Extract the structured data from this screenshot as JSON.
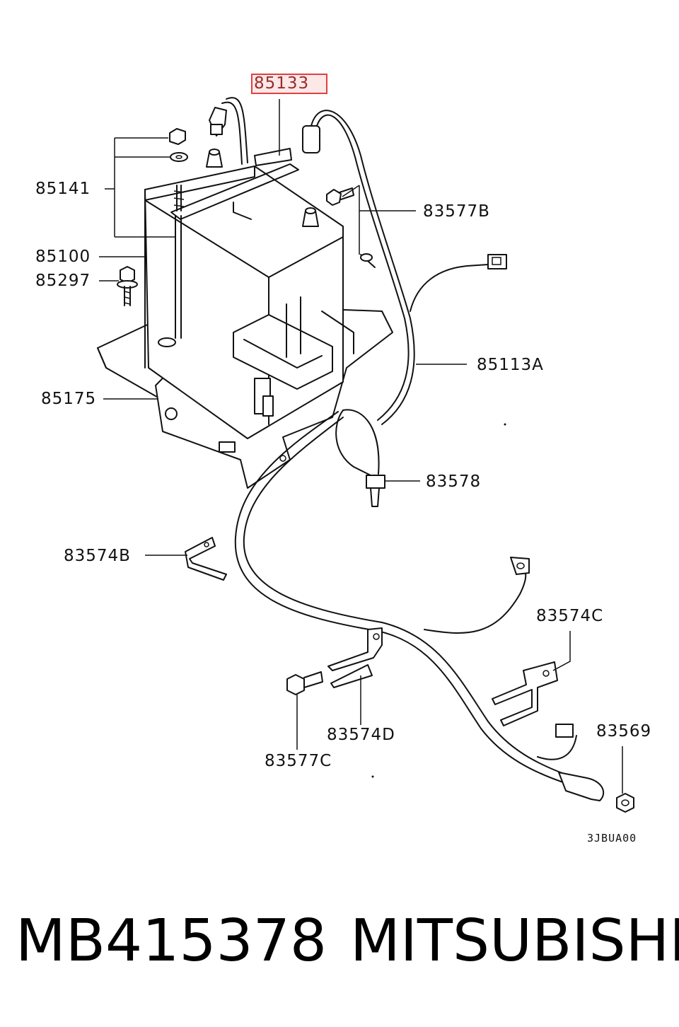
{
  "diagram": {
    "callouts": {
      "p85133": "85133",
      "p85141": "85141",
      "p83577B": "83577B",
      "p85100": "85100",
      "p85297": "85297",
      "p85113A": "85113A",
      "p85175": "85175",
      "p83578": "83578",
      "p83574B": "83574B",
      "p83574C": "83574C",
      "p83569": "83569",
      "p83574D": "83574D",
      "p83577C": "83577C"
    },
    "diagram_code": "3JBUA00",
    "highlight_color": "#e04040"
  },
  "caption": {
    "part_number": "MB415378",
    "brand": "MITSUBISHI"
  }
}
